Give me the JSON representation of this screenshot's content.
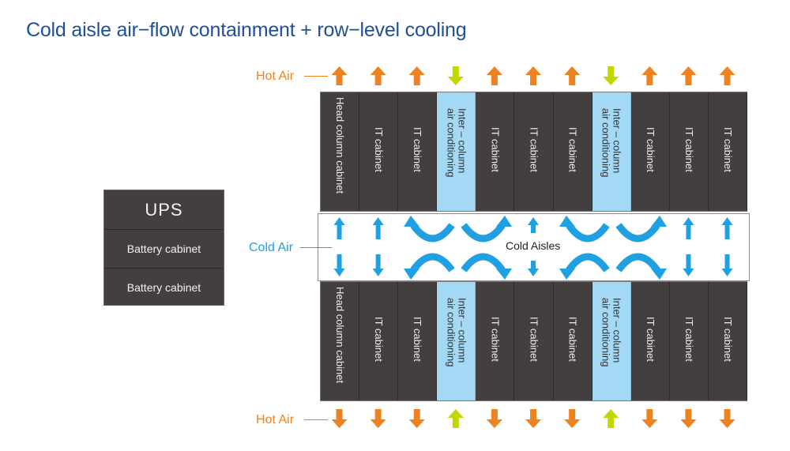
{
  "title": "Cold aisle air−flow containment + row−level cooling",
  "colors": {
    "title": "#1e4f9c",
    "hot_air": "#ef8220",
    "return_air": "#c2d600",
    "cold_air": "#1ea0e3",
    "cabinet": "#433f3e",
    "air_conditioner": "#a3d9f5"
  },
  "ups_block": {
    "ups_label": "UPS",
    "battery_cabinets": [
      "Battery cabinet",
      "Battery cabinet"
    ]
  },
  "labels": {
    "hot_air_top": "Hot Air",
    "hot_air_bottom": "Hot Air",
    "cold_air": "Cold Air",
    "cold_aisles": "Cold Aisles"
  },
  "top_row": [
    {
      "type": "head",
      "label": "Head column cabinet",
      "airflow": "hot-up"
    },
    {
      "type": "it",
      "label": "IT cabinet",
      "airflow": "hot-up"
    },
    {
      "type": "it",
      "label": "IT cabinet",
      "airflow": "hot-up"
    },
    {
      "type": "ac",
      "label": "Inter – column air conditioning",
      "airflow": "return-down"
    },
    {
      "type": "it",
      "label": "IT cabinet",
      "airflow": "hot-up"
    },
    {
      "type": "it",
      "label": "IT cabinet",
      "airflow": "hot-up"
    },
    {
      "type": "it",
      "label": "IT cabinet",
      "airflow": "hot-up"
    },
    {
      "type": "ac",
      "label": "Inter – column air conditioning",
      "airflow": "return-down"
    },
    {
      "type": "it",
      "label": "IT cabinet",
      "airflow": "hot-up"
    },
    {
      "type": "it",
      "label": "IT cabinet",
      "airflow": "hot-up"
    },
    {
      "type": "it",
      "label": "IT cabinet",
      "airflow": "hot-up"
    }
  ],
  "bottom_row": [
    {
      "type": "head",
      "label": "Head column cabinet",
      "airflow": "hot-down"
    },
    {
      "type": "it",
      "label": "IT cabinet",
      "airflow": "hot-down"
    },
    {
      "type": "it",
      "label": "IT cabinet",
      "airflow": "hot-down"
    },
    {
      "type": "ac",
      "label": "Inter – column air conditioning",
      "airflow": "return-up"
    },
    {
      "type": "it",
      "label": "IT cabinet",
      "airflow": "hot-down"
    },
    {
      "type": "it",
      "label": "IT cabinet",
      "airflow": "hot-down"
    },
    {
      "type": "it",
      "label": "IT cabinet",
      "airflow": "hot-down"
    },
    {
      "type": "ac",
      "label": "Inter – column air conditioning",
      "airflow": "return-up"
    },
    {
      "type": "it",
      "label": "IT cabinet",
      "airflow": "hot-down"
    },
    {
      "type": "it",
      "label": "IT cabinet",
      "airflow": "hot-down"
    },
    {
      "type": "it",
      "label": "IT cabinet",
      "airflow": "hot-down"
    }
  ],
  "cold_aisle_flows": [
    "straight",
    "straight",
    "curve-left",
    "curve-right",
    "short-straight",
    "curve-left",
    "curve-right",
    "straight",
    "straight"
  ]
}
